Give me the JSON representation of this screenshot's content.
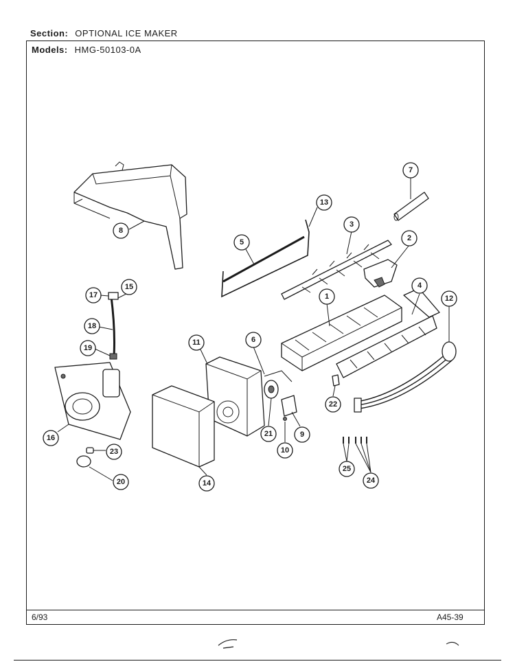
{
  "header": {
    "section_label": "Section:",
    "section_value": "OPTIONAL ICE MAKER",
    "models_label": "Models:",
    "models_value": "HMG-50103-0A"
  },
  "footer": {
    "date": "6/93",
    "page_ref": "A45-39"
  },
  "callouts": [
    "1",
    "2",
    "3",
    "4",
    "5",
    "6",
    "7",
    "8",
    "9",
    "10",
    "11",
    "12",
    "13",
    "14",
    "15",
    "16",
    "17",
    "18",
    "19",
    "20",
    "21",
    "22",
    "23",
    "24",
    "25"
  ]
}
